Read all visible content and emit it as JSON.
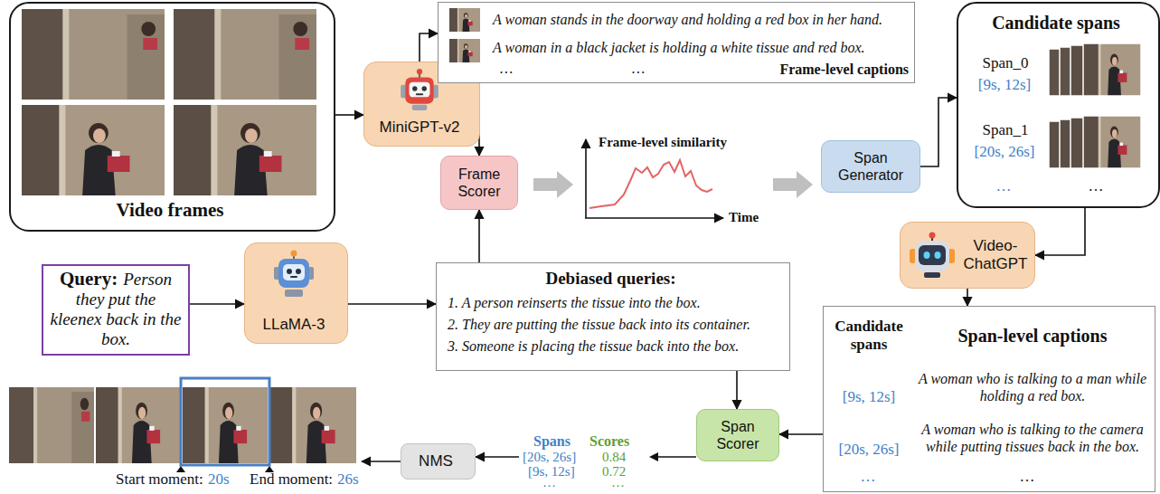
{
  "diagram": {
    "nodes": [
      {
        "text": [
          "Video frames"
        ]
      },
      {
        "text": [
          "MiniGPT-v2"
        ]
      },
      {
        "text": [
          "A woman stands in the doorway and holding a red box in her hand.",
          "A woman in a black jacket is holding a white tissue and red box.",
          "…",
          "…",
          "Frame-level captions"
        ]
      },
      {
        "text": [
          "Frame Scorer"
        ]
      },
      {
        "text": [
          "Span Generator"
        ]
      },
      {
        "text": [
          "Candidate spans",
          "Span_0",
          "[9s, 12s]",
          "Span_1",
          "[20s, 26s]",
          "…",
          "…"
        ]
      },
      {
        "text": [
          "Query:",
          "Person they put the kleenex back in the box."
        ]
      },
      {
        "text": [
          "LLaMA-3"
        ]
      },
      {
        "text": [
          "Debiased queries:",
          "1. A person reinserts the tissue into the box.",
          "2. They are putting the tissue back into its container.",
          "3. Someone is placing the tissue back into the box."
        ]
      },
      {
        "text": [
          "Video-ChatGPT"
        ]
      },
      {
        "text": [
          "Candidate spans",
          "Span-level captions",
          "[9s, 12s]",
          "A woman who is talking to a man while holding a red box.",
          "[20s, 26s]",
          "A woman who is talking to the camera while putting tissues back in the box.",
          "…",
          "…"
        ]
      },
      {
        "text": [
          "Span Scorer"
        ]
      },
      {
        "text": [
          "NMS"
        ]
      }
    ],
    "edges": [
      {
        "from": 0,
        "to": 1,
        "arrow": "to"
      },
      {
        "from": 1,
        "to": 2,
        "arrow": "to"
      },
      {
        "from": 2,
        "to": 3,
        "arrow": "to"
      },
      {
        "from": 4,
        "to": 5,
        "arrow": "to"
      },
      {
        "from": 5,
        "to": 9,
        "arrow": "to"
      },
      {
        "from": 9,
        "to": 10,
        "arrow": "to"
      },
      {
        "from": 6,
        "to": 7,
        "arrow": "to"
      },
      {
        "from": 7,
        "to": 8,
        "arrow": "to"
      },
      {
        "from": 8,
        "to": 3,
        "arrow": "to"
      },
      {
        "from": 8,
        "to": 11,
        "arrow": "to"
      },
      {
        "from": 10,
        "to": 11,
        "arrow": "to"
      },
      {
        "from": 11,
        "to": 12,
        "arrow": "to"
      }
    ],
    "labels": [
      "Frame-level similarity",
      "Time",
      "Spans",
      "Scores",
      "[20s, 26s]",
      "0.84",
      "[9s, 12s]",
      "0.72",
      "…",
      "…",
      "Start moment:",
      "20s",
      "End moment:",
      "26s"
    ]
  }
}
